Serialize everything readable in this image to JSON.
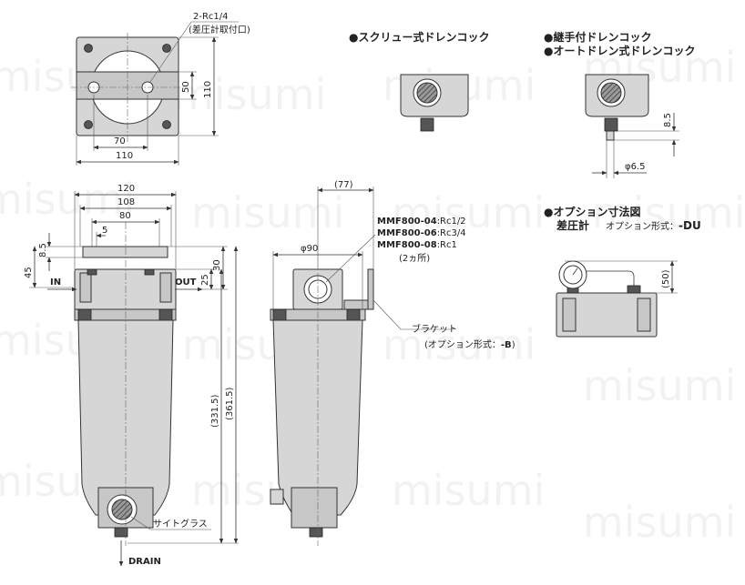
{
  "watermark": "misumi",
  "top_view": {
    "port_label": "2-Rc1/4",
    "port_note": "(差圧計取付口)",
    "dim_70": "70",
    "dim_110_h": "110",
    "dim_50": "50",
    "dim_110_v": "110"
  },
  "front_view": {
    "dim_120": "120",
    "dim_108": "108",
    "dim_80": "80",
    "dim_5": "5",
    "dim_8_5": "8.5",
    "dim_45": "45",
    "dim_30": "30",
    "dim_25": "25",
    "dim_331_5": "(331.5)",
    "dim_361_5": "(361.5)",
    "in_label": "IN",
    "out_label": "OUT",
    "sight_glass": "サイトグラス",
    "drain_label": "DRAIN"
  },
  "side_view": {
    "dim_77": "(77)",
    "dim_phi90": "φ90",
    "models": [
      {
        "model": "MMF800-04",
        "port": ":Rc1/2"
      },
      {
        "model": "MMF800-06",
        "port": ":Rc3/4"
      },
      {
        "model": "MMF800-08",
        "port": ":Rc1"
      }
    ],
    "two_places": "(2ヵ所)",
    "bracket": "ブラケット",
    "bracket_option": "(オプション形式：",
    "bracket_code": "-B",
    "bracket_close": ")"
  },
  "screw_cock": {
    "heading": "●スクリュー式ドレンコック"
  },
  "joint_cock": {
    "heading1": "●継手付ドレンコック",
    "heading2": "●オートドレン式ドレンコック",
    "dim_8_5": "8.5",
    "dim_phi6_5": "φ6.5"
  },
  "option": {
    "heading": "●オプション寸法図",
    "subheading": "差圧計",
    "option_text": "オプション形式：",
    "option_code": "-DU",
    "dim_50": "(50)"
  }
}
